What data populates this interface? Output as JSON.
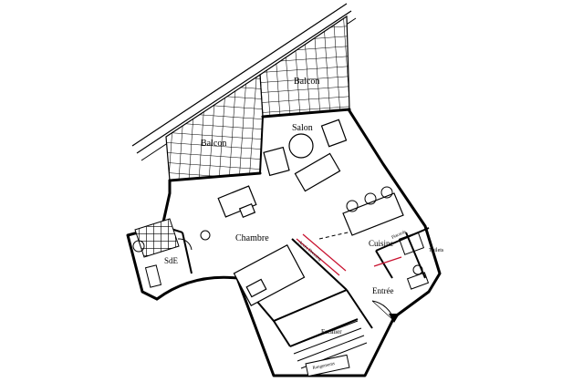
{
  "rooms": {
    "balcony_right": "Balcon",
    "balcony_left": "Balcon",
    "living": "Salon",
    "bedroom": "Chambre",
    "bathroom": "SdE",
    "kitchen": "Cuisine",
    "toilets": "Toilets",
    "entrance": "Entrée",
    "stairs": "Escalier"
  },
  "annotations": {
    "wardrobe_bedroom": "Accès Dressing",
    "cupboard_kitchen": "Placards",
    "storage_stairs": "Rangements"
  },
  "colors": {
    "line": "#000000",
    "accent": "#c8102e"
  }
}
